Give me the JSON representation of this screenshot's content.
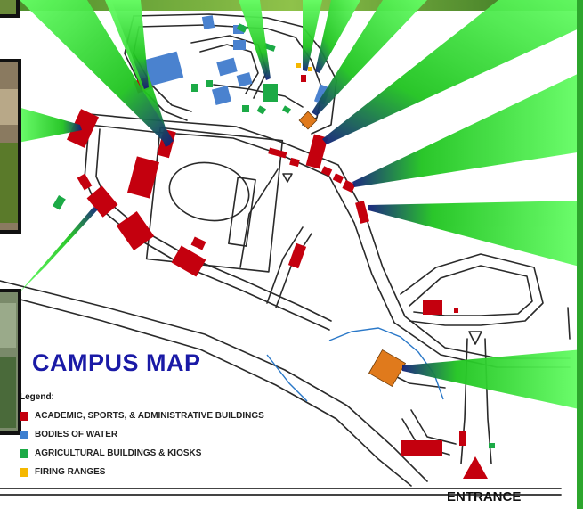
{
  "map": {
    "title": "CAMPUS MAP",
    "entrance_label": "ENTRANCE",
    "legend": {
      "title": "Legend:",
      "items": [
        {
          "label": "ACADEMIC, SPORTS, & ADMINISTRATIVE BUILDINGS",
          "color": "#c4000e"
        },
        {
          "label": "BODIES OF WATER",
          "color": "#3d7fd0"
        },
        {
          "label": "AGRICULTURAL BUILDINGS & KIOSKS",
          "color": "#1caa46"
        },
        {
          "label": "FIRING RANGES",
          "color": "#f5b800"
        }
      ]
    },
    "colors": {
      "academic": "#c4000e",
      "water": "#4a82cf",
      "agricultural": "#1caa46",
      "firing_range": "#f5b800",
      "highlight": "#e07a1c",
      "ray_green": "#2de62d",
      "ray_blue": "#12207a"
    }
  }
}
